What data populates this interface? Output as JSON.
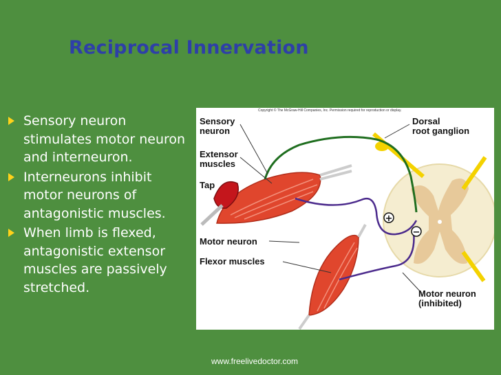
{
  "slide": {
    "title": "Reciprocal Innervation",
    "bullets": [
      "Sensory neuron stimulates motor neuron and interneuron.",
      "Interneurons inhibit motor neurons of antagonistic muscles.",
      "When limb is flexed, antagonistic extensor muscles are passively stretched."
    ],
    "footer": "www.freelivedoctor.com"
  },
  "figure": {
    "copyright": "Copyright © The McGraw-Hill Companies, Inc. Permission required for reproduction or display.",
    "labels": {
      "sensory_line1": "Sensory",
      "sensory_line2": "neuron",
      "extensor_line1": "Extensor",
      "extensor_line2": "muscles",
      "tap": "Tap",
      "motor_neuron": "Motor neuron",
      "flexor_muscles": "Flexor muscles",
      "dorsal_line1": "Dorsal",
      "dorsal_line2": "root ganglion",
      "motor_inhibited_line1": "Motor neuron",
      "motor_inhibited_line2": "(inhibited)",
      "plus_symbol": "+",
      "minus_symbol": "−"
    }
  },
  "colors": {
    "background": "#4e8f3f",
    "title": "#2e3fa8",
    "bullet_marker": "#ffd21a",
    "sensory_neuron": "#1f6e1f",
    "motor_neuron": "#4b2a8c",
    "muscle": "#e0462d",
    "spinal_cord": "#f5edd0",
    "grey_matter": "#e7c99a"
  }
}
